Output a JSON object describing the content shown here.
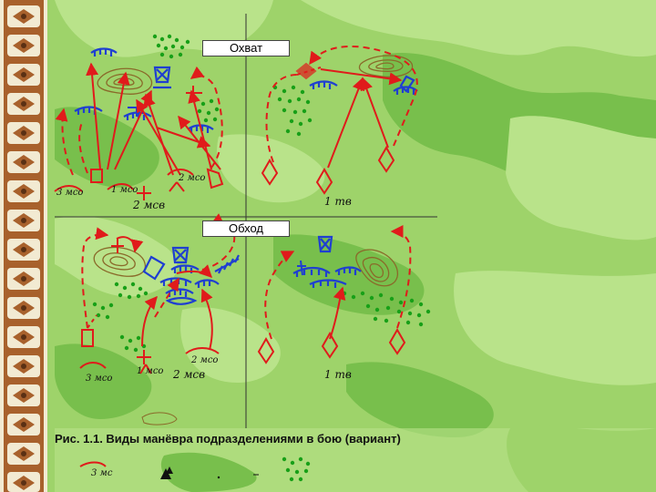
{
  "panels": {
    "top_title": "Охват",
    "bottom_title": "Обход"
  },
  "labels": {
    "top": {
      "msr3": "3 мсо",
      "msr1": "1 мсо",
      "msr2": "2 мсо",
      "msv2": "2 мсв",
      "tv1": "1 тв"
    },
    "bottom": {
      "msr3": "3 мсо",
      "msr1": "1 мсо",
      "msr2": "2 мсо",
      "msv2": "2 мсв",
      "tv1": "1 тв"
    },
    "extra": "3 мс"
  },
  "caption": "Рис. 1.1. Виды манёвра подразделениями в бою (вариант)",
  "colors": {
    "terrain_light": "#b9e38a",
    "terrain_mid": "#9ed36a",
    "terrain_dark": "#6fb544",
    "own_forces": "#e01b1b",
    "enemy": "#1f3fd1",
    "forest": "#18a018",
    "hill": "#8a6a2a"
  }
}
